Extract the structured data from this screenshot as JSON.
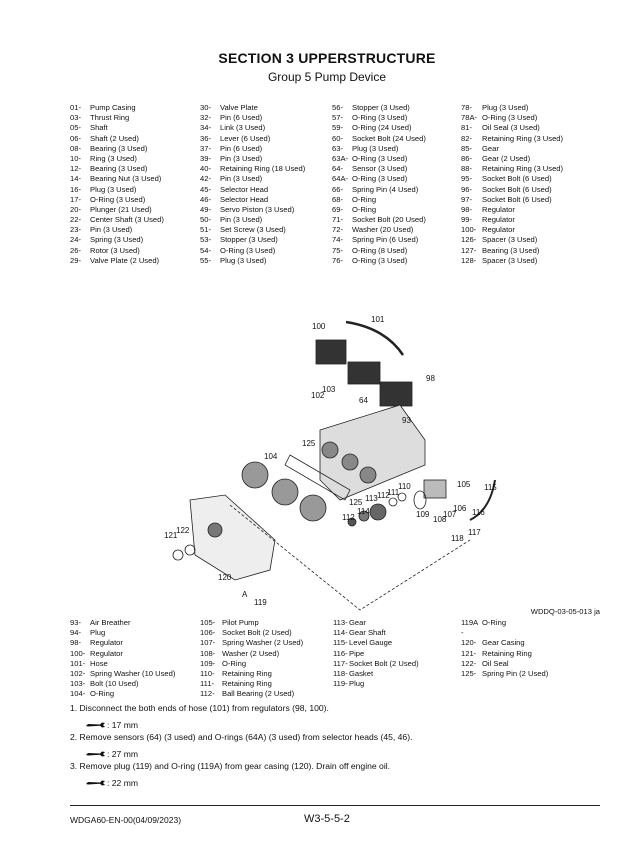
{
  "header": {
    "title": "SECTION 3 UPPERSTRUCTURE",
    "subtitle": "Group 5 Pump Device"
  },
  "parts_top": [
    [
      [
        "01-",
        "Pump Casing"
      ],
      [
        "03-",
        "Thrust Ring"
      ],
      [
        "05-",
        "Shaft"
      ],
      [
        "06-",
        "Shaft (2 Used)"
      ],
      [
        "08-",
        "Bearing (3 Used)"
      ],
      [
        "10-",
        "Ring (3 Used)"
      ],
      [
        "12-",
        "Bearing (3 Used)"
      ],
      [
        "14-",
        "Bearing Nut (3 Used)"
      ],
      [
        "16-",
        "Plug (3 Used)"
      ],
      [
        "17-",
        "O-Ring (3 Used)"
      ],
      [
        "20-",
        "Plunger (21 Used)"
      ],
      [
        "22-",
        "Center Shaft (3 Used)"
      ],
      [
        "23-",
        "Pin (3 Used)"
      ],
      [
        "24-",
        "Spring (3 Used)"
      ],
      [
        "26-",
        "Rotor (3 Used)"
      ],
      [
        "29-",
        "Valve Plate (2 Used)"
      ]
    ],
    [
      [
        "30-",
        "Valve Plate"
      ],
      [
        "32-",
        "Pin (6 Used)"
      ],
      [
        "34-",
        "Link (3 Used)"
      ],
      [
        "36-",
        "Lever (6 Used)"
      ],
      [
        "37-",
        "Pin (6 Used)"
      ],
      [
        "39-",
        "Pin (3 Used)"
      ],
      [
        "40-",
        "Retaining Ring (18 Used)"
      ],
      [
        "42-",
        "Pin (3 Used)"
      ],
      [
        "45-",
        "Selector Head"
      ],
      [
        "46-",
        "Selector Head"
      ],
      [
        "49-",
        "Servo Piston (3 Used)"
      ],
      [
        "50-",
        "Pin (3 Used)"
      ],
      [
        "51-",
        "Set Screw (3 Used)"
      ],
      [
        "53-",
        "Stopper (3 Used)"
      ],
      [
        "54-",
        "O-Ring (3 Used)"
      ],
      [
        "55-",
        "Plug (3 Used)"
      ]
    ],
    [
      [
        "56-",
        "Stopper (3 Used)"
      ],
      [
        "57-",
        "O-Ring (3 Used)"
      ],
      [
        "59-",
        "O-Ring (24 Used)"
      ],
      [
        "60-",
        "Socket Bolt (24 Used)"
      ],
      [
        "63-",
        "Plug (3 Used)"
      ],
      [
        "63A-",
        "O-Ring (3 Used)"
      ],
      [
        "64-",
        "Sensor (3 Used)"
      ],
      [
        "64A-",
        "O-Ring (3 Used)"
      ],
      [
        "66-",
        "Spring Pin (4 Used)"
      ],
      [
        "68-",
        "O-Ring"
      ],
      [
        "69-",
        "O-Ring"
      ],
      [
        "71-",
        "Socket Bolt (20 Used)"
      ],
      [
        "72-",
        "Washer (20 Used)"
      ],
      [
        "74-",
        "Spring Pin (6 Used)"
      ],
      [
        "75-",
        "O-Ring (8 Used)"
      ],
      [
        "76-",
        "O-Ring (3 Used)"
      ]
    ],
    [
      [
        "78-",
        "Plug (3 Used)"
      ],
      [
        "78A-",
        "O-Ring (3 Used)"
      ],
      [
        "81-",
        "Oil Seal (3 Used)"
      ],
      [
        "82-",
        "Retaining Ring (3 Used)"
      ],
      [
        "85-",
        "Gear"
      ],
      [
        "86-",
        "Gear (2 Used)"
      ],
      [
        "88-",
        "Retaining Ring (3 Used)"
      ],
      [
        "95-",
        "Socket Bolt (6 Used)"
      ],
      [
        "96-",
        "Socket Bolt (6 Used)"
      ],
      [
        "97-",
        "Socket Bolt (6 Used)"
      ],
      [
        "98-",
        "Regulator"
      ],
      [
        "99-",
        "Regulator"
      ],
      [
        "100-",
        "Regulator"
      ],
      [
        "126-",
        "Spacer (3 Used)"
      ],
      [
        "127-",
        "Bearing (3 Used)"
      ],
      [
        "128-",
        "Spacer (3 Used)"
      ]
    ]
  ],
  "parts_bottom": [
    [
      [
        "93-",
        "Air Breather"
      ],
      [
        "94-",
        "Plug"
      ],
      [
        "98-",
        "Regulator"
      ],
      [
        "100-",
        "Regulator"
      ],
      [
        "101-",
        "Hose"
      ],
      [
        "102-",
        "Spring Washer (10 Used)"
      ],
      [
        "103-",
        "Bolt (10 Used)"
      ],
      [
        "104-",
        "O-Ring"
      ]
    ],
    [
      [
        "105-",
        "Pilot Pump"
      ],
      [
        "106-",
        "Socket Bolt (2 Used)"
      ],
      [
        "107-",
        "Spring Washer (2 Used)"
      ],
      [
        "108-",
        "Washer (2 Used)"
      ],
      [
        "109-",
        "O-Ring"
      ],
      [
        "110-",
        "Retaining Ring"
      ],
      [
        "111-",
        "Retaining Ring"
      ],
      [
        "112-",
        "Ball Bearing (2 Used)"
      ]
    ],
    [
      [
        "113-",
        "Gear"
      ],
      [
        "114-",
        "Gear Shaft"
      ],
      [
        "115-",
        "Level Gauge"
      ],
      [
        "116-",
        "Pipe"
      ],
      [
        "117-",
        "Socket Bolt (2 Used)"
      ],
      [
        "118-",
        "Gasket"
      ],
      [
        "119-",
        "Plug"
      ]
    ],
    [
      [
        "119A",
        "O-Ring"
      ],
      [
        "-",
        ""
      ],
      [
        "120-",
        "Gear Casing"
      ],
      [
        "121-",
        "Retaining Ring"
      ],
      [
        "122-",
        "Oil Seal"
      ],
      [
        "125-",
        "Spring Pin (2 Used)"
      ]
    ]
  ],
  "diagram": {
    "figure_code": "WDDQ-03-05-013 ja",
    "callouts": [
      "100",
      "101",
      "98",
      "102",
      "103",
      "64",
      "93",
      "125",
      "104",
      "125",
      "113",
      "112",
      "111",
      "110",
      "105",
      "115",
      "109",
      "106",
      "107",
      "108",
      "116",
      "117",
      "118",
      "112",
      "114",
      "121",
      "122",
      "120",
      "119",
      "A"
    ]
  },
  "steps": [
    {
      "text": "1.  Disconnect the both ends of hose (101) from regulators (98, 100).",
      "tool_icon": "wrench-icon",
      "tool": ": 17 mm"
    },
    {
      "text": "2.  Remove sensors (64) (3 used) and O-rings (64A) (3 used) from selector heads (45, 46).",
      "tool_icon": "wrench-icon",
      "tool": ": 27 mm"
    },
    {
      "text": "3.  Remove plug (119) and O-ring (119A) from gear casing (120). Drain off engine oil.",
      "tool_icon": "wrench-icon",
      "tool": ": 22 mm"
    }
  ],
  "footer": {
    "doc_id": "WDGA60-EN-00(04/09/2023)",
    "page": "W3-5-5-2"
  }
}
